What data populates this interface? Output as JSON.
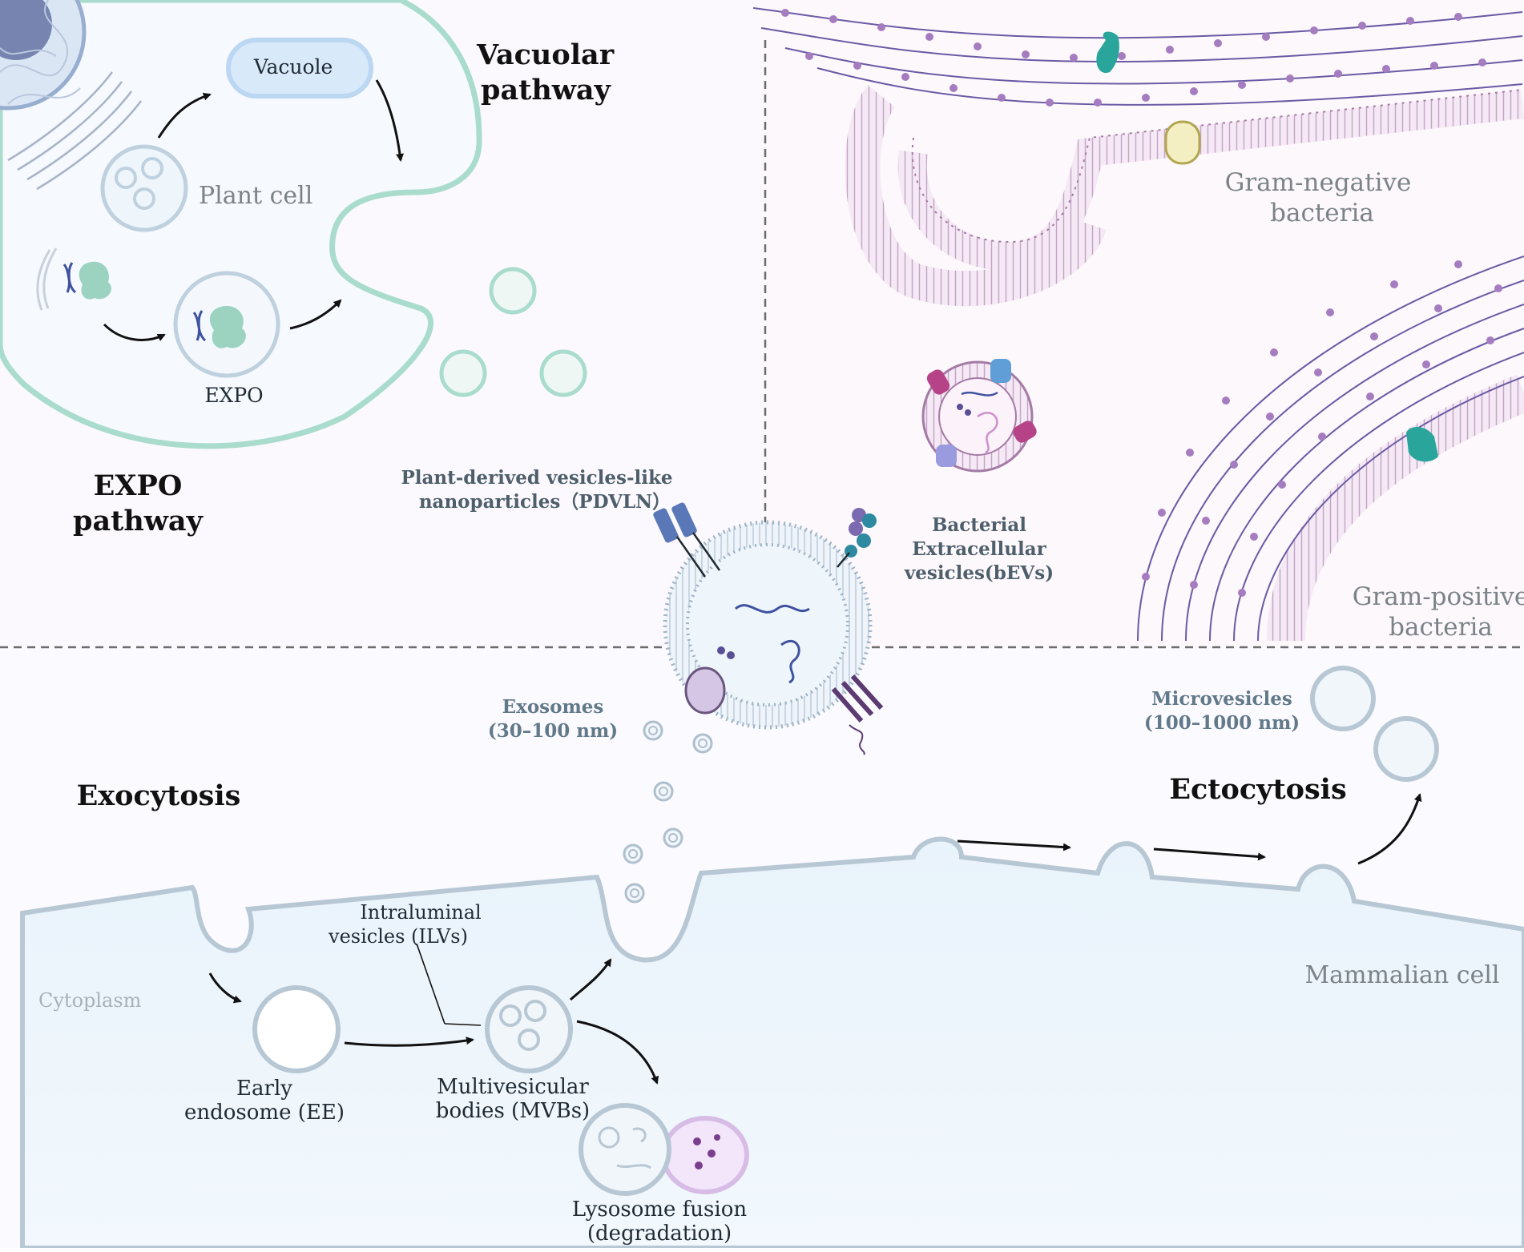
{
  "plant": {
    "pathway_vacuolar": [
      "Vacuolar",
      "pathway"
    ],
    "pathway_expo": [
      "EXPO",
      "pathway"
    ],
    "vacuole": "Vacuole",
    "plant_cell": "Plant cell",
    "expo": "EXPO"
  },
  "bacteria": {
    "gram_negative": [
      "Gram-negative",
      "bacteria"
    ],
    "gram_positive": [
      "Gram-positive",
      "bacteria"
    ],
    "bev": [
      "Bacterial",
      "Extracellular",
      "vesicles(bEVs)"
    ]
  },
  "center": {
    "pdvln": [
      "Plant-derived vesicles-like",
      "nanoparticles（PDVLN）"
    ]
  },
  "mammal": {
    "exosomes": [
      "Exosomes",
      "(30–100 nm)"
    ],
    "microvesicles": [
      "Microvesicles",
      "(100–1000 nm)"
    ],
    "exocytosis": "Exocytosis",
    "ectocytosis": "Ectocytosis",
    "ilv": [
      "Intraluminal",
      "vesicles (ILVs)"
    ],
    "cytoplasm": "Cytoplasm",
    "mammalian_cell": "Mammalian cell",
    "early_endosome": [
      "Early",
      "endosome (EE)"
    ],
    "mvb": [
      "Multivesicular",
      "bodies (MVBs)"
    ],
    "lysosome": [
      "Lysosome fusion",
      "(degradation)"
    ]
  },
  "colors": {
    "plant_membrane": "#a9dccc",
    "mammal_membrane": "#b7c7d4",
    "bacteria_lipid": "#a47aa5",
    "bacteria_dot": "#6a5aa5"
  }
}
